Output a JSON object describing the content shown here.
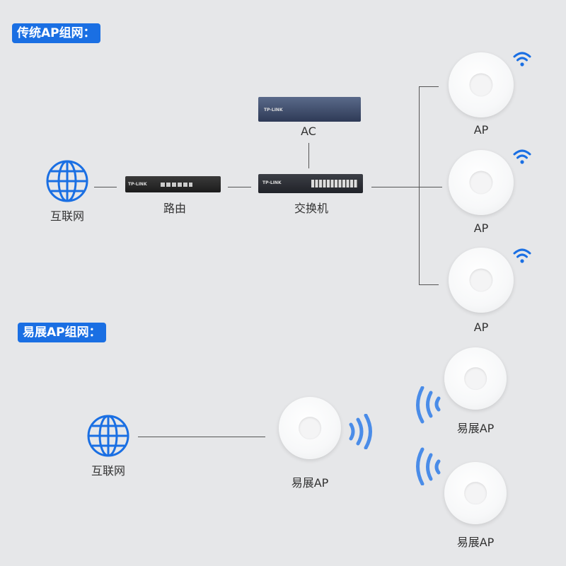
{
  "traditional": {
    "title": "传统AP组网：",
    "internet_label": "互联网",
    "router_label": "路由",
    "switch_label": "交换机",
    "ac_label": "AC",
    "ap_labels": [
      "AP",
      "AP",
      "AP"
    ],
    "device_logo": "TP-LINK"
  },
  "mesh": {
    "title": "易展AP组网：",
    "internet_label": "互联网",
    "main_ap_label": "易展AP",
    "ap_labels": [
      "易展AP",
      "易展AP"
    ]
  },
  "colors": {
    "accent": "#1a6fe3",
    "signal": "#2f7de8"
  }
}
